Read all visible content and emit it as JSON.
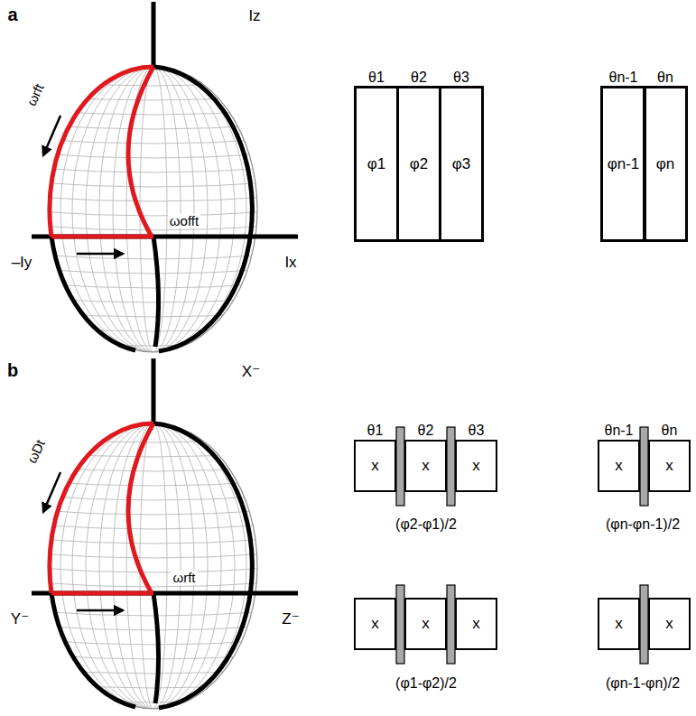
{
  "diagram": {
    "nodes": [
      {
        "text": [
          "θ1",
          "φ1"
        ]
      },
      {
        "text": [
          "θ2",
          "φ2"
        ]
      },
      {
        "text": [
          "θ3",
          "φ3"
        ]
      },
      {
        "text": [
          "θn-1",
          "φn-1"
        ]
      },
      {
        "text": [
          "θn",
          "φn"
        ]
      },
      {
        "text": [
          "θ1",
          "x"
        ]
      },
      {
        "text": [
          "θ2",
          "x"
        ]
      },
      {
        "text": [
          "θ3",
          "x"
        ]
      },
      {
        "text": [
          "θn-1",
          "x"
        ]
      },
      {
        "text": [
          "θn",
          "x"
        ]
      },
      {
        "text": [
          "x"
        ]
      },
      {
        "text": [
          "x"
        ]
      },
      {
        "text": [
          "x"
        ]
      },
      {
        "text": [
          "x"
        ]
      },
      {
        "text": [
          "x"
        ]
      }
    ],
    "labels": [
      "a",
      "Iz",
      "ωrft",
      "ωofft",
      "–Iy",
      "Ix",
      "b",
      "X⁻",
      "ωDt",
      "ωrft",
      "Y⁻",
      "Z⁻",
      "(φ2-φ1)/2",
      "(φn-φn-1)/2",
      "(φ1-φ2)/2",
      "(φn-1-φn)/2"
    ]
  }
}
